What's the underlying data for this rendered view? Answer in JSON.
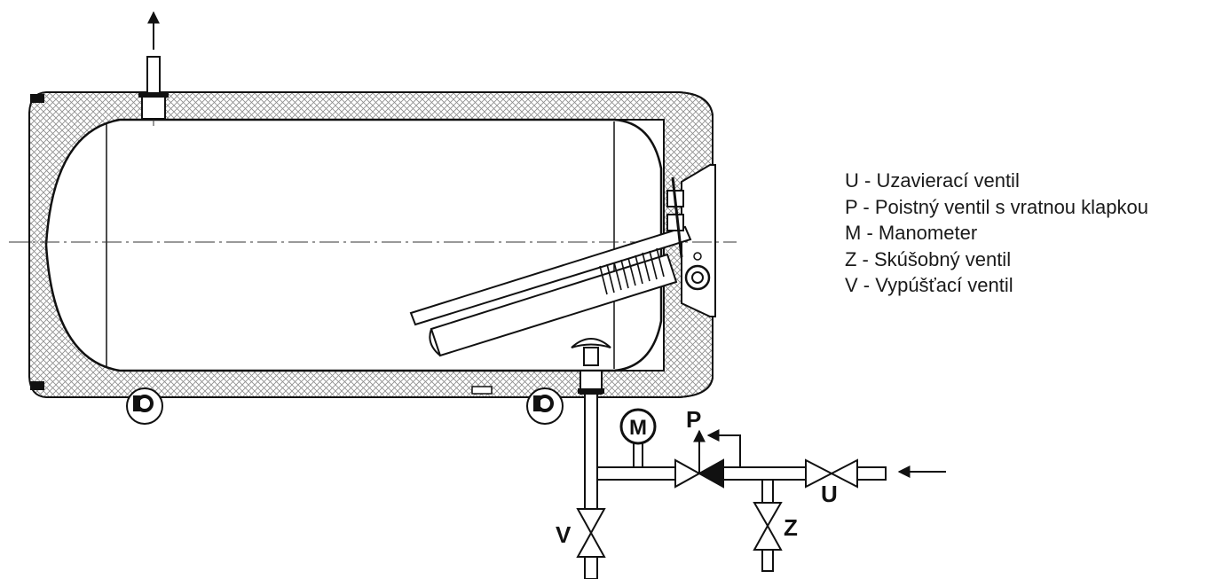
{
  "legend": [
    "U - Uzavierací ventil",
    "P - Poistný ventil s vratnou klapkou",
    "M - Manometer",
    "Z - Skúšobný ventil",
    "V - Vypúšťací ventil"
  ],
  "valve_letters": {
    "u": "U",
    "p": "P",
    "m": "M",
    "z": "Z",
    "v": "V"
  },
  "colors": {
    "line": "#111111",
    "insulation_hatch": "#9a9a9a",
    "background": "#ffffff"
  }
}
